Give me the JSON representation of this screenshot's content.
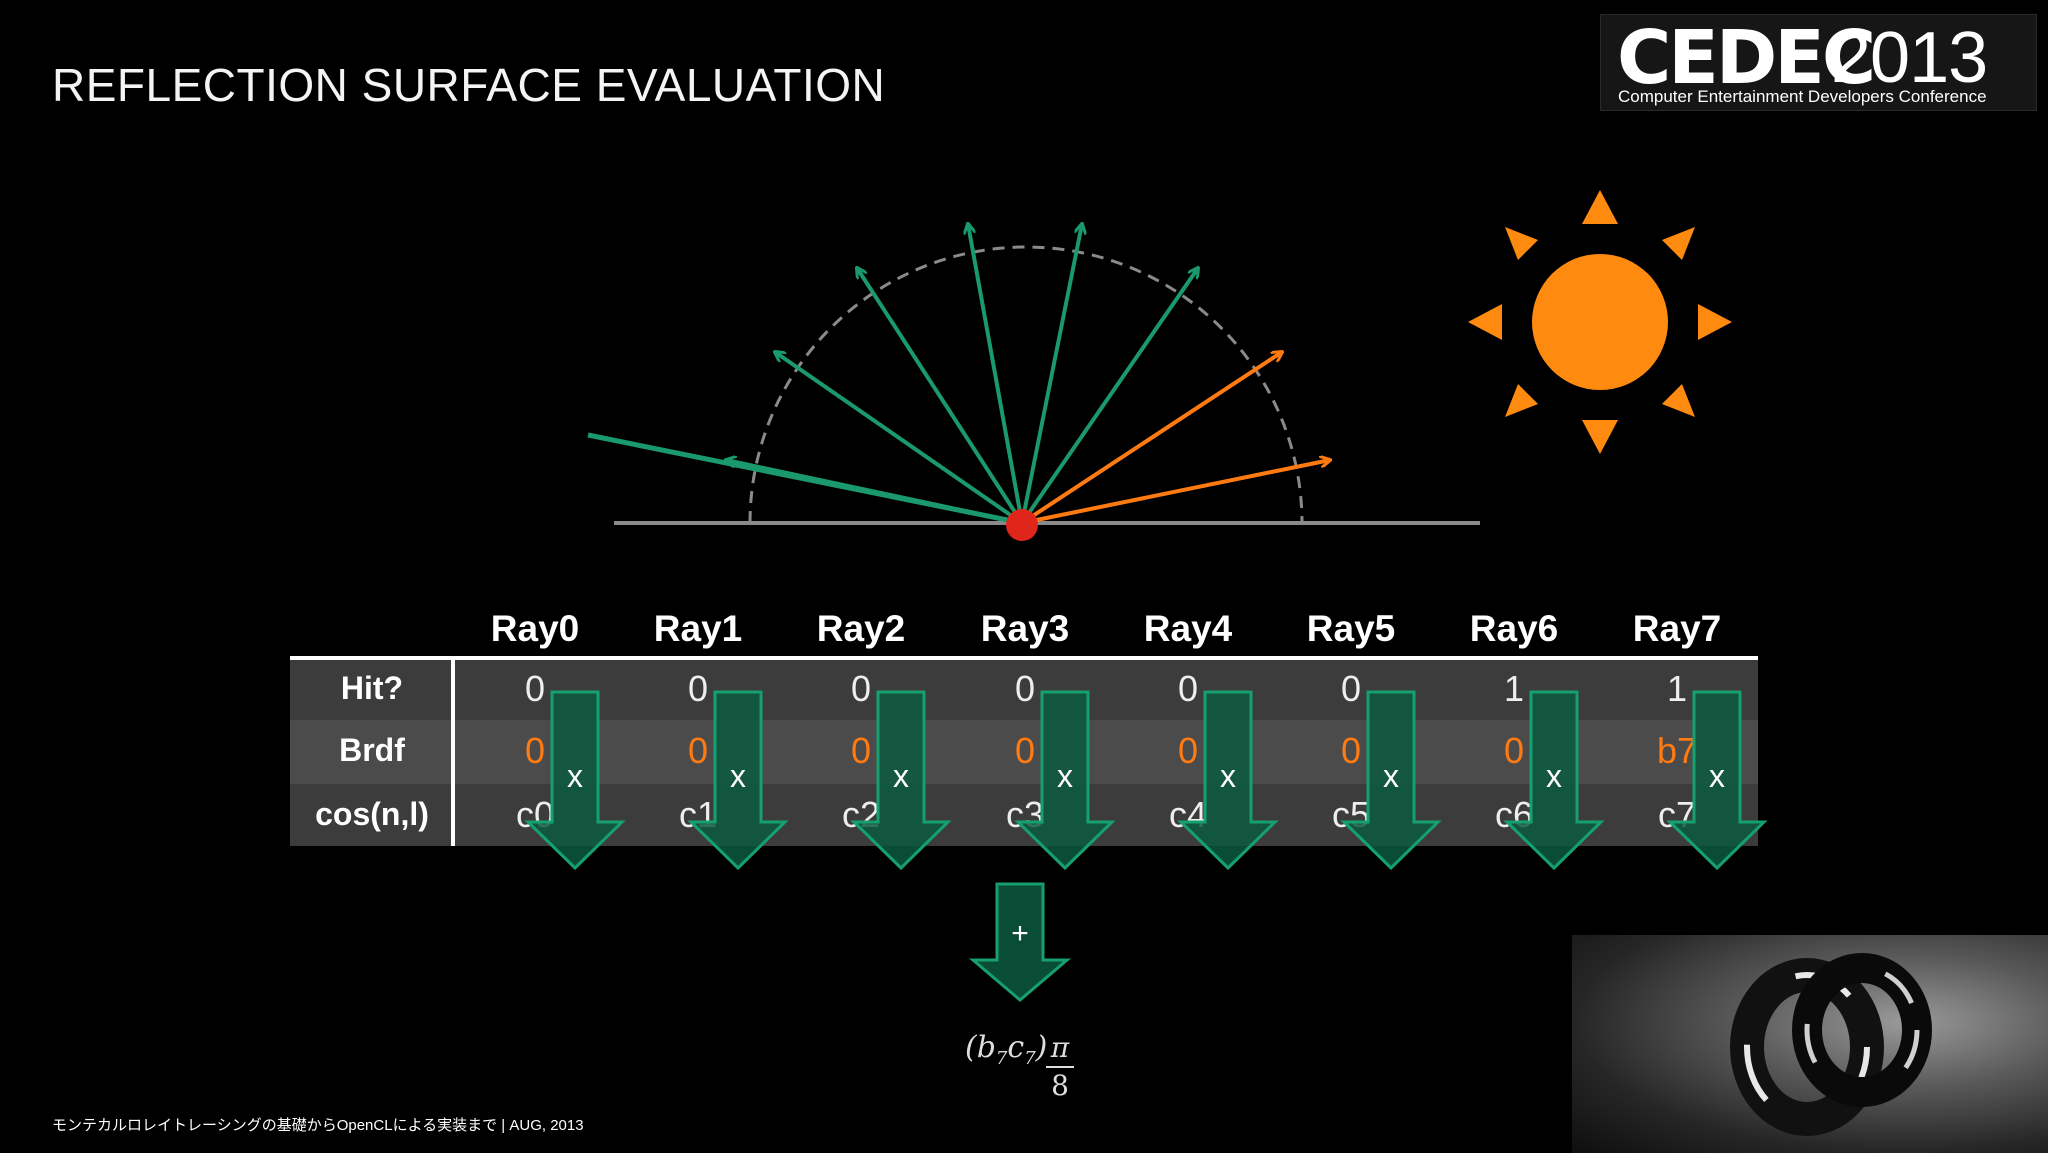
{
  "slide": {
    "title": "REFLECTION SURFACE EVALUATION",
    "footer": "モンテカルロレイトレーシングの基礎からOpenCLによる実装まで | AUG, 2013"
  },
  "logo": {
    "main": "CEDEC",
    "year": "2013",
    "subtitle": "Computer Entertainment Developers Conference"
  },
  "colors": {
    "green_ray": "#1a9a6c",
    "orange_ray": "#ff7a10",
    "sun": "#ff8a10",
    "hit_point": "#e0251b",
    "arrow_fill": "#0c5a40",
    "arrow_stroke": "#15a06e"
  },
  "table": {
    "columns": [
      "Ray0",
      "Ray1",
      "Ray2",
      "Ray3",
      "Ray4",
      "Ray5",
      "Ray6",
      "Ray7"
    ],
    "rows": [
      {
        "label": "Hit?",
        "values": [
          "0",
          "0",
          "0",
          "0",
          "0",
          "0",
          "1",
          "1"
        ]
      },
      {
        "label": "Brdf",
        "values": [
          "0",
          "0",
          "0",
          "0",
          "0",
          "0",
          "0",
          "b7"
        ]
      },
      {
        "label": "cos(n,l)",
        "values": [
          "c0",
          "c1",
          "c2",
          "c3",
          "c4",
          "c5",
          "c6",
          "c7"
        ]
      }
    ],
    "multiply_symbol": "x",
    "sum_symbol": "+"
  },
  "formula": {
    "left": "(b",
    "sub1": "7",
    "mid": "c",
    "sub2": "7",
    "right": ")",
    "numerator": "π",
    "denominator": "8"
  },
  "diagram": {
    "sun_icon": "sun-icon",
    "ray_colors": [
      "green",
      "green",
      "green",
      "green",
      "green",
      "green",
      "orange",
      "orange"
    ]
  }
}
